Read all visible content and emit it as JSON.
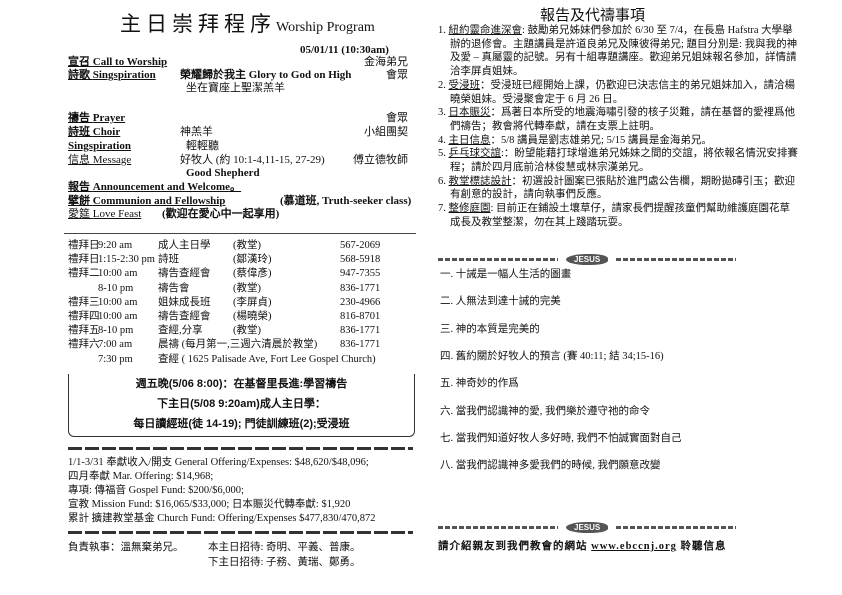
{
  "program": {
    "title_zh": "主日崇拜程序",
    "title_en": "Worship Program",
    "date": "05/01/11 (10:30am)",
    "items": [
      {
        "label_zh": "宣召",
        "label_en": "Call to Worship",
        "content": "",
        "leader": "金海弟兄"
      },
      {
        "label_zh": "詩歌",
        "label_en": "Singspiration",
        "content": "榮耀歸於我主  Glory to God on High",
        "content2": "坐在寶座上聖潔羔羊",
        "leader": "會眾"
      },
      {
        "label_zh": "禱告",
        "label_en": "Prayer",
        "content": "",
        "leader": "會眾"
      },
      {
        "label_zh": "詩班",
        "label_en": "Choir",
        "content": "神羔羊",
        "leader": "小組團契"
      },
      {
        "label_zh": "",
        "label_en": "Singspiration",
        "content": "輕輕聽",
        "leader": ""
      },
      {
        "label_zh": "信息",
        "label_en": "Message",
        "content": "好牧人 (約 10:1-4,11-15, 27-29)",
        "content2": "Good Shepherd",
        "leader": "傅立德牧師"
      },
      {
        "label_zh": "報告",
        "label_en": "Announcement  and Welcome。",
        "content": "",
        "leader": ""
      },
      {
        "label_zh": "擘餅",
        "label_en": "Communion and Fellowship",
        "content": "(慕道班, Truth-seeker class)",
        "leader": ""
      },
      {
        "label_zh": "愛筵",
        "label_en": "Love Feast",
        "content": "(歡迎在愛心中一起享用)",
        "leader": ""
      }
    ]
  },
  "schedule": [
    {
      "day": "禮拜日",
      "time": "9:20  am",
      "activity": "成人主日學",
      "contact": "(教堂)",
      "phone": "567-2069"
    },
    {
      "day": "禮拜日",
      "time": "1:15-2:30 pm",
      "activity": "詩班",
      "contact": "(鄒漢玲)",
      "phone": "568-5918"
    },
    {
      "day": "禮拜二",
      "time": "10:00 am",
      "activity": "禱告查經會",
      "contact": "(蔡偉彥)",
      "phone": "947-7355"
    },
    {
      "day": "",
      "time": "8-10 pm",
      "activity": "禱告會",
      "contact": "(教堂)",
      "phone": "836-1771"
    },
    {
      "day": "禮拜三",
      "time": "10:00 am",
      "activity": "姐妹成長班",
      "contact": "(李屏貞)",
      "phone": "230-4966"
    },
    {
      "day": "禮拜四",
      "time": "10:00 am",
      "activity": "禱告查經會",
      "contact": "(楊曉榮)",
      "phone": "816-8701"
    },
    {
      "day": "禮拜五",
      "time": "8-10 pm",
      "activity": "查經,分享",
      "contact": "(教堂)",
      "phone": "836-1771"
    },
    {
      "day": "禮拜六",
      "time": "7:00 am",
      "activity": "晨禱 (每月第一,三週六清晨於教堂)",
      "contact": "",
      "phone": "836-1771"
    },
    {
      "day": "",
      "time": "7:30 pm",
      "activity": "查經 ( 1625 Palisade Ave, Fort Lee Gospel Church)",
      "contact": "",
      "phone": ""
    }
  ],
  "notice_box": [
    "週五晚(5/06 8:00)：在基督里長進:學習禱告",
    "下主日(5/08 9:20am)成人主日學：",
    "每日讀經班(徒 14-19); 門徒訓練班(2);受浸班"
  ],
  "finance": [
    "1/1-3/31 奉獻收入/開支 General Offering/Expenses: $48,620/$48,096;",
    "四月奉獻  Mar. Offering: $14,968;",
    "專項: 傳福音 Gospel Fund: $200/$6,000;",
    "宣教 Mission Fund: $16,065/$33,000;  日本賑災代轉奉獻: $1,920",
    "累計 擴建教堂基金 Church Fund: Offering/Expenses $477,830/470,872"
  ],
  "duty": {
    "deacon": "負責執事：溫無棄弟兄。",
    "this_week": "本主日招待: 奇明、平義、普康。",
    "next_week": "下主日招待: 子務、黃瑞、鄭勇。"
  },
  "announcements": {
    "title": "報告及代禱事項",
    "items": [
      {
        "num": "1.",
        "topic": "紐約靈命進深會",
        "text": ": 鼓勵弟兄姊妹們參加於 6/30 至 7/4，在長島 Hafstra 大學舉辦的退修會。主題講員是許道良弟兄及陳彼得弟兄; 題目分別是: 我與我的神及愛 – 真屬靈的記號。另有十組專題講座。歡迎弟兄姐妹報名參加，詳情請洽李屏貞姐妹。"
      },
      {
        "num": "2.",
        "topic": "受浸班",
        "text": "：受浸班已經開始上課，仍歡迎已決志信主的弟兄姐妹加入，請洽楊曉榮姐妹。受浸聚會定于 6 月 26 日。"
      },
      {
        "num": "3.",
        "topic": "日本賑災",
        "text": "：爲著日本所受的地震海嘯引發的核子災難，請在基督的愛裡爲他們禱告；教會將代轉奉獻，請在支票上註明。"
      },
      {
        "num": "4.",
        "topic": "主日信息",
        "text": "：5/8 講員是劉志雄弟兄; 5/15 講員是金海弟兄。"
      },
      {
        "num": "5.",
        "topic": "乒乓球交誼",
        "text": ":：盼望能藉打球增進弟兄姊妹之間的交誼，將依報名情況安排賽程；請於四月底前洽林俊慧或林宗漢弟兄。"
      },
      {
        "num": "6.",
        "topic": "教堂標誌設計",
        "text": "：初選設計圖案已張貼於進門處公告欄，期盼拋磚引玉；歡迎有創意的設計，請向執事們反應。"
      },
      {
        "num": "7.",
        "topic": "整修庭園",
        "text": ": 目前正在鋪設土壤草仔，請家長們提醒孩童們幫助維護庭園花草成長及教堂整潔，勿在其上踐踏玩耍。"
      }
    ]
  },
  "fish_label": "JESUS",
  "sermon_points": [
    "一. 十誡是一幅人生活的圖畫",
    "二. 人無法到達十誡的完美",
    "三. 神的本質是完美的",
    "四. 舊約關於好牧人的預言 (賽 40:11; 結 34;15-16)",
    "五. 神奇妙的作爲",
    "六. 當我們認識神的愛, 我們樂於遵守祂的命令",
    "七. 當我們知道好牧人多好時, 我們不怕誠實面對自己",
    "八. 當我們認識神多愛我們的時候, 我們願意改變"
  ],
  "website": {
    "prefix": "請介紹親友到我們教會的網站",
    "url": "www.ebccnj.org",
    "suffix": "聆聽信息"
  }
}
